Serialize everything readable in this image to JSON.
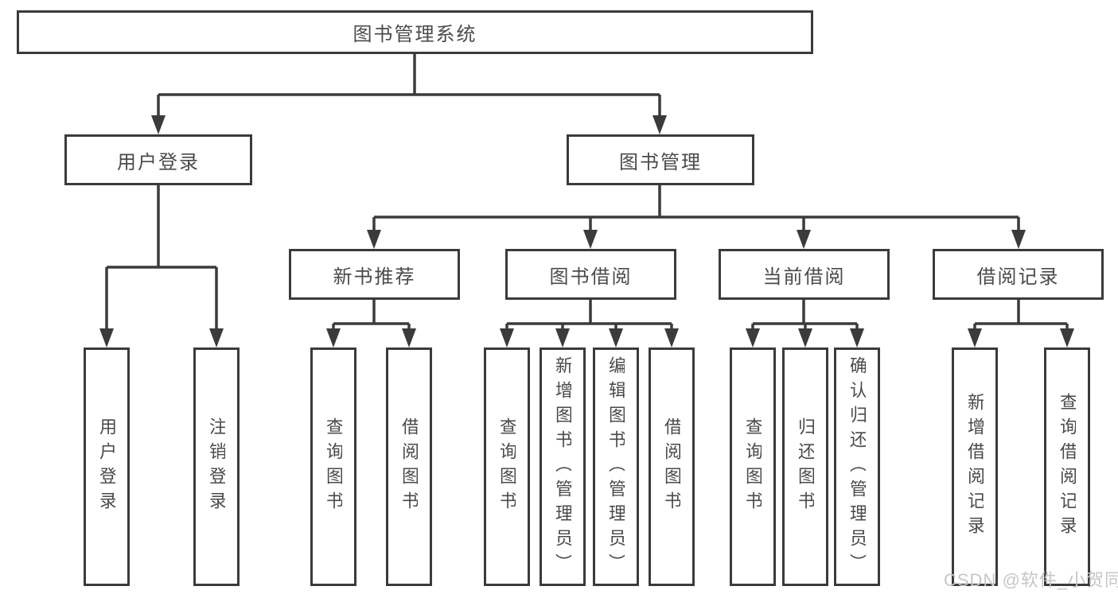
{
  "tree": {
    "root": {
      "label": "图书管理系统"
    },
    "children": [
      {
        "label": "用户登录",
        "children": [
          {
            "label": "用户登录"
          },
          {
            "label": "注销登录"
          }
        ]
      },
      {
        "label": "图书管理",
        "children": [
          {
            "label": "新书推荐",
            "children": [
              {
                "label": "查询图书"
              },
              {
                "label": "借阅图书"
              }
            ]
          },
          {
            "label": "图书借阅",
            "children": [
              {
                "label": "查询图书"
              },
              {
                "label": "新增图书（管理员）"
              },
              {
                "label": "编辑图书（管理员）"
              },
              {
                "label": "借阅图书"
              }
            ]
          },
          {
            "label": "当前借阅",
            "children": [
              {
                "label": "查询图书"
              },
              {
                "label": "归还图书"
              },
              {
                "label": "确认归还（管理员）"
              }
            ]
          },
          {
            "label": "借阅记录",
            "children": [
              {
                "label": "新增借阅记录"
              },
              {
                "label": "查询借阅记录"
              }
            ]
          }
        ]
      }
    ]
  },
  "watermark": {
    "text": "CSDN @软件_小贺同学"
  },
  "colors": {
    "line": "#3b3b3b",
    "box_border": "#3b3b3b",
    "text": "#4a4a4a",
    "watermark": "#c6c6c6",
    "background": "#ffffff"
  }
}
